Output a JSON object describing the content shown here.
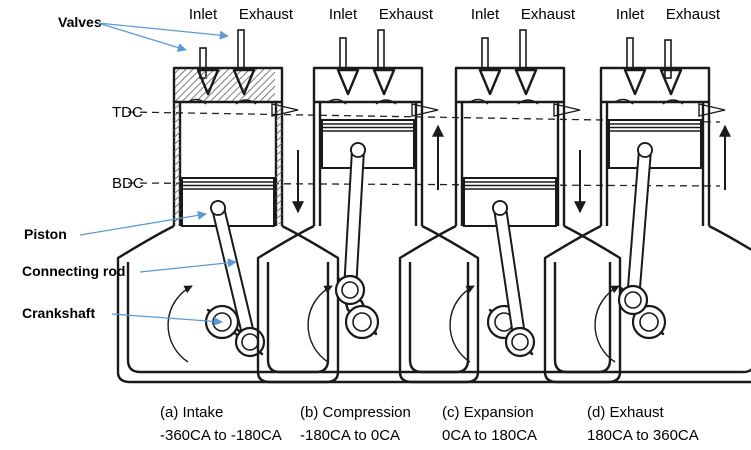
{
  "labels": {
    "valves": "Valves",
    "tdc": "TDC",
    "bdc": "BDC",
    "piston": "Piston",
    "connecting_rod": "Connecting rod",
    "crankshaft": "Crankshaft"
  },
  "strokes": [
    {
      "inlet": "Inlet",
      "exhaust": "Exhaust",
      "caption_line1": "(a)  Intake",
      "caption_line2": "-360CA to -180CA",
      "piston_position": "bottom",
      "motion": "down",
      "inlet_open": true,
      "exhaust_open": false
    },
    {
      "inlet": "Inlet",
      "exhaust": "Exhaust",
      "caption_line1": "(b) Compression",
      "caption_line2": "-180CA to 0CA",
      "piston_position": "top",
      "motion": "up",
      "inlet_open": false,
      "exhaust_open": false
    },
    {
      "inlet": "Inlet",
      "exhaust": "Exhaust",
      "caption_line1": "(c) Expansion",
      "caption_line2": "0CA to 180CA",
      "piston_position": "bottom",
      "motion": "down",
      "inlet_open": false,
      "exhaust_open": false
    },
    {
      "inlet": "Inlet",
      "exhaust": "Exhaust",
      "caption_line1": "(d) Exhaust",
      "caption_line2": "180CA to 360CA",
      "piston_position": "top",
      "motion": "up",
      "inlet_open": false,
      "exhaust_open": true
    }
  ],
  "colors": {
    "pointer": "#5b9bd5",
    "ink": "#1a1a1a",
    "hatch": "#7a7a7a"
  }
}
